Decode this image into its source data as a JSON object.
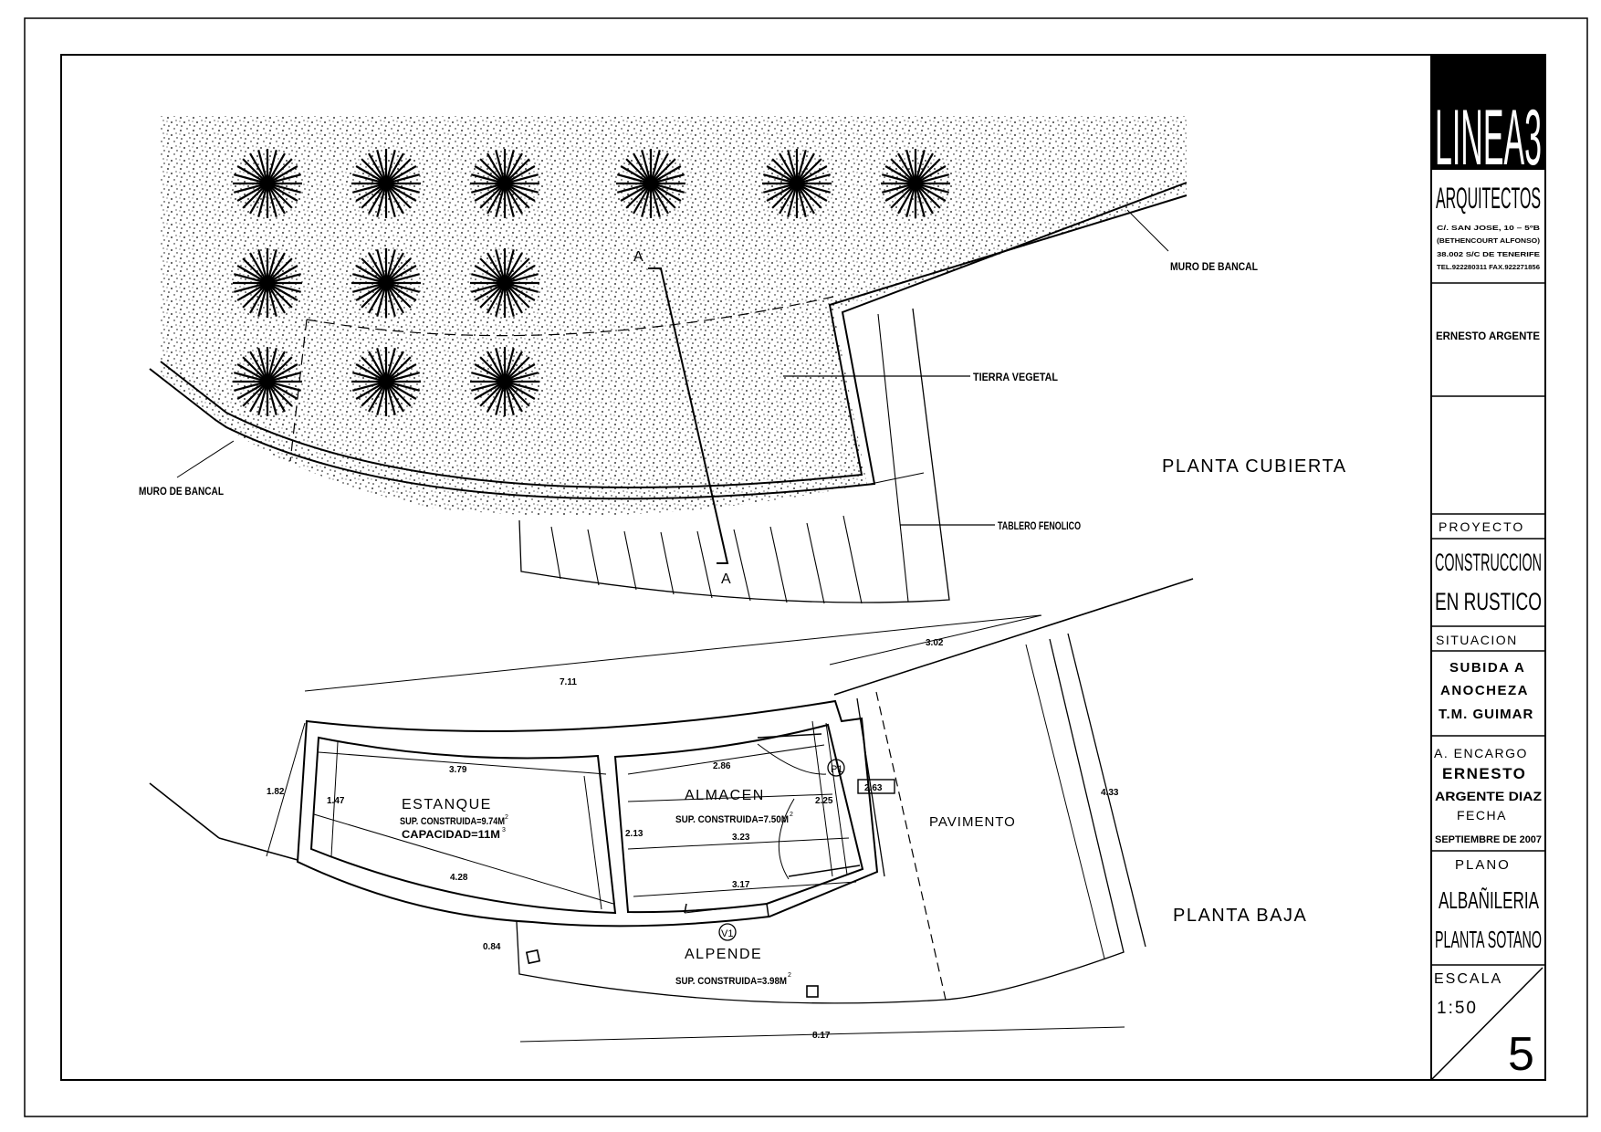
{
  "title_block": {
    "logo_main": "LINEA3",
    "logo_sub": "ARQUITECTOS",
    "address": [
      "C/. SAN JOSE, 10 – 5ºB",
      "(BETHENCOURT ALFONSO)",
      "38.002 S/C DE TENERIFE",
      "TEL.922280311 FAX.922271856"
    ],
    "architect": "ERNESTO ARGENTE",
    "proyecto_label": "PROYECTO",
    "proyecto_line1": "CONSTRUCCION",
    "proyecto_line2": "EN RUSTICO",
    "situacion_label": "SITUACION",
    "situacion_line1": "SUBIDA A",
    "situacion_line2": "ANOCHEZA",
    "situacion_line3": "T.M. GUIMAR",
    "encargo_label": "A. ENCARGO",
    "encargo_line1": "ERNESTO",
    "encargo_line2": "ARGENTE DIAZ",
    "fecha_label": "FECHA",
    "fecha_value": "SEPTIEMBRE DE 2007",
    "plano_label": "PLANO",
    "plano_line1": "ALBAÑILERIA",
    "plano_line2": "PLANTA SOTANO",
    "escala_label": "ESCALA",
    "escala_value": "1:50",
    "sheet_number": "5"
  },
  "roof_plan": {
    "title": "PLANTA CUBIERTA",
    "wall_label_right": "MURO DE BANCAL",
    "wall_label_left": "MURO DE BANCAL",
    "soil_label": "TIERRA VEGETAL",
    "board_label": "TABLERO FENOLICO",
    "section_top": "A",
    "section_bottom": "A"
  },
  "ground_plan": {
    "title": "PLANTA BAJA",
    "estanque": {
      "name": "ESTANQUE",
      "area": "SUP. CONSTRUIDA=9.74M",
      "capacity": "CAPACIDAD=11M"
    },
    "almacen": {
      "name": "ALMACEN",
      "area": "SUP. CONSTRUIDA=7.50M"
    },
    "alpende": {
      "name": "ALPENDE",
      "area": "SUP. CONSTRUIDA=3.98M"
    },
    "pavimento": "PAVIMENTO",
    "door_tag": "P1",
    "window_tag": "V1",
    "dims": {
      "d711": "7.11",
      "d302": "3.02",
      "d182": "1.82",
      "d147": "1.47",
      "d379": "3.79",
      "d428": "4.28",
      "d286": "2.86",
      "d225": "2.25",
      "d263": "2.63",
      "d323": "3.23",
      "d317": "3.17",
      "d213": "2.13",
      "d433": "4.33",
      "d084": "0.84",
      "d817": "8.17"
    }
  }
}
